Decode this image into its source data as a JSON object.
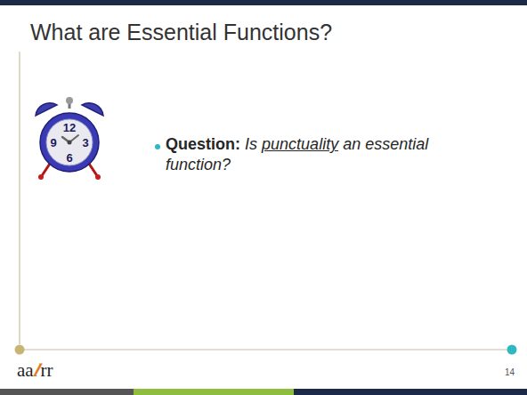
{
  "diagram": {
    "title": "What are Essential Functions?",
    "labels": [
      "Question:",
      "Is",
      "punctuality",
      "an essential function?",
      "12",
      "9",
      "3",
      "6",
      "aa",
      "l",
      "rr",
      "14"
    ]
  }
}
